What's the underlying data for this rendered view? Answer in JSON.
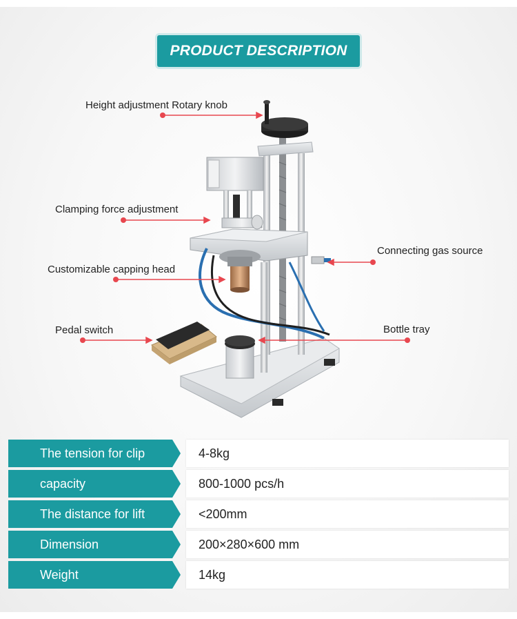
{
  "title": "PRODUCT DESCRIPTION",
  "colors": {
    "accent": "#1b9ba0",
    "callout_dot": "#e8474f"
  },
  "callouts": [
    {
      "id": "height",
      "label": "Height adjustment Rotary knob"
    },
    {
      "id": "clamp",
      "label": "Clamping force adjustment"
    },
    {
      "id": "gas",
      "label": "Connecting gas source"
    },
    {
      "id": "head",
      "label": "Customizable capping head"
    },
    {
      "id": "pedal",
      "label": "Pedal switch"
    },
    {
      "id": "tray",
      "label": "Bottle tray"
    }
  ],
  "specs": [
    {
      "label": "The tension for clip",
      "value": "4-8kg"
    },
    {
      "label": "capacity",
      "value": "800-1000 pcs/h"
    },
    {
      "label": "The distance for lift",
      "value": "<200mm"
    },
    {
      "label": "Dimension",
      "value": "200×280×600 mm"
    },
    {
      "label": "Weight",
      "value": "14kg"
    }
  ]
}
